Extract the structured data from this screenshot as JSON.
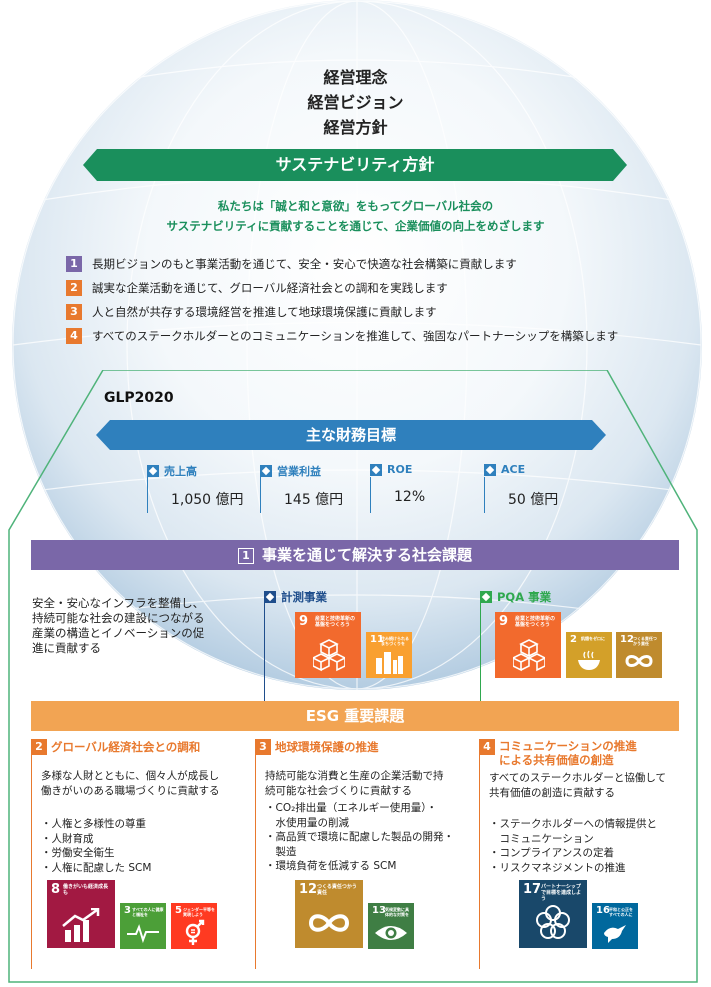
{
  "philosophy": {
    "line1": "経営理念",
    "line2": "経営ビジョン",
    "line3": "経営方針"
  },
  "sustainability": {
    "title": "サステナビリティ方針",
    "slogan_line1": "私たちは「誠と和と意欲」をもってグローバル社会の",
    "slogan_line2": "サステナビリティに貢献することを通じて、企業価値の向上をめざします",
    "policies": [
      {
        "num": "1",
        "text": "長期ビジョンのもと事業活動を通じて、安全・安心で快適な社会構築に貢献します",
        "color": "#7a67a8"
      },
      {
        "num": "2",
        "text": "誠実な企業活動を通じて、グローバル経済社会との調和を実践します",
        "color": "#e8792e"
      },
      {
        "num": "3",
        "text": "人と自然が共存する環境経営を推進して地球環境保護に貢献します",
        "color": "#e8792e"
      },
      {
        "num": "4",
        "text": "すべてのステークホルダーとのコミュニケーションを推進して、強固なパートナーシップを構築します",
        "color": "#e8792e"
      }
    ]
  },
  "glp": {
    "title": "GLP2020",
    "financial_title": "主な財務目標",
    "targets": [
      {
        "label": "売上高",
        "value": "1,050 億円"
      },
      {
        "label": "営業利益",
        "value": "145 億円"
      },
      {
        "label": "ROE",
        "value": "12%"
      },
      {
        "label": "ACE",
        "value": "50 億円"
      }
    ]
  },
  "social": {
    "num": "1",
    "title": "事業を通じて解決する社会課題",
    "description": "安全・安心なインフラを整備し、持続可能な社会の建設につながる産業の構造とイノベーションの促進に貢献する",
    "desc_lines": [
      "安全・安心なインフラを整備し、",
      "持続可能な社会の建設につながる",
      "産業の構造とイノベーションの促",
      "進に貢献する"
    ],
    "businesses": [
      {
        "label": "計測事業",
        "color": "#1f4e8c",
        "sdgs": [
          {
            "num": "9",
            "text": "産業と技術革新の基盤をつくろう",
            "color": "#f26a2d"
          },
          {
            "num": "11",
            "text": "住み続けられるまちづくりを",
            "color": "#f9a030"
          }
        ]
      },
      {
        "label": "PQA 事業",
        "color": "#2fa84f",
        "sdgs": [
          {
            "num": "9",
            "text": "産業と技術革新の基盤をつくろう",
            "color": "#f26a2d"
          },
          {
            "num": "2",
            "text": "飢餓をゼロに",
            "color": "#d3a029"
          },
          {
            "num": "12",
            "text": "つくる責任つかう責任",
            "color": "#bf8b2e"
          }
        ]
      }
    ]
  },
  "esg": {
    "title": "ESG 重要課題",
    "columns": [
      {
        "num": "2",
        "title_line1": "グローバル経済社会との調和",
        "title_line2": "",
        "desc_lines": [
          "多様な人財とともに、個々人が成長し",
          "働きがいのある職場づくりに貢献する"
        ],
        "items": [
          "・人権と多様性の尊重",
          "・人財育成",
          "・労働安全衛生",
          "・人権に配慮した SCM"
        ],
        "sdgs": [
          {
            "num": "8",
            "text": "働きがいも経済成長も",
            "color": "#a21942",
            "icon": "growth-icon"
          },
          {
            "num": "3",
            "text": "すべての人に健康と福祉を",
            "color": "#4c9f38",
            "icon": "heartbeat-icon"
          },
          {
            "num": "5",
            "text": "ジェンダー平等を実現しよう",
            "color": "#ff3a21",
            "icon": "gender-icon"
          }
        ]
      },
      {
        "num": "3",
        "title_line1": "地球環境保護の推進",
        "title_line2": "",
        "desc_lines": [
          "持続可能な消費と生産の企業活動で持",
          "続可能な社会づくりに貢献する"
        ],
        "items": [
          "・CO₂排出量（エネルギー使用量）・",
          "　水使用量の削減",
          "・高品質で環境に配慮した製品の開発・",
          "　製造",
          "・環境負荷を低減する SCM"
        ],
        "sdgs": [
          {
            "num": "12",
            "text": "つくる責任つかう責任",
            "color": "#bf8b2e",
            "icon": "infinity-icon"
          },
          {
            "num": "13",
            "text": "気候変動に具体的な対策を",
            "color": "#3f7e44",
            "icon": "eye-earth-icon"
          }
        ]
      },
      {
        "num": "4",
        "title_line1": "コミュニケーションの推進",
        "title_line2": "による共有価値の創造",
        "desc_lines": [
          "すべてのステークホルダーと協働して",
          "共有価値の創造に貢献する"
        ],
        "items": [
          "・ステークホルダーへの情報提供と",
          "　コミュニケーション",
          "・コンプライアンスの定着",
          "・リスクマネジメントの推進"
        ],
        "sdgs": [
          {
            "num": "17",
            "text": "パートナーシップで目標を達成しよう",
            "color": "#19486a",
            "icon": "flower-icon"
          },
          {
            "num": "16",
            "text": "平和と公正をすべての人に",
            "color": "#00689d",
            "icon": "dove-icon"
          }
        ]
      }
    ]
  }
}
